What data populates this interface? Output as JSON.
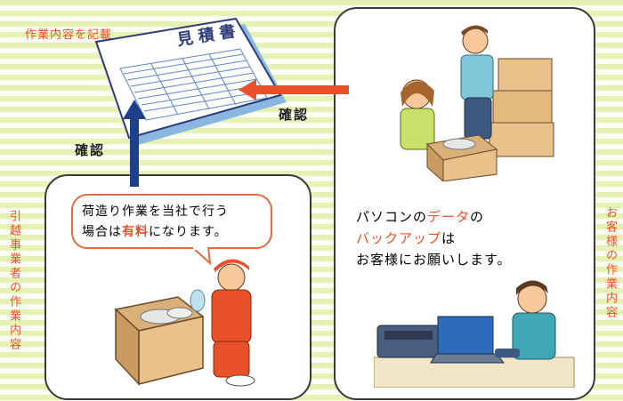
{
  "document": {
    "title": "見積書"
  },
  "labels": {
    "top_left": "作業内容を記載",
    "confirm_left": "確認",
    "confirm_right": "確認",
    "vertical_left": "引越事業者の作業内容",
    "vertical_right": "お客様の作業内容"
  },
  "speech": {
    "line1": "荷造り作業を当社で行う",
    "line2_prefix": "場合は",
    "line2_highlight": "有料",
    "line2_suffix": "になります。"
  },
  "customer_note": {
    "line1_prefix": "パソコンの",
    "line1_highlight": "データ",
    "line1_suffix": "の",
    "line2_highlight": "バックアップ",
    "line2_suffix": "は",
    "line3": "お客様にお願いします。"
  },
  "colors": {
    "accent_orange": "#e8512a",
    "arrow_blue": "#1f3f8c",
    "stripe_green": "#e6f1b6"
  }
}
